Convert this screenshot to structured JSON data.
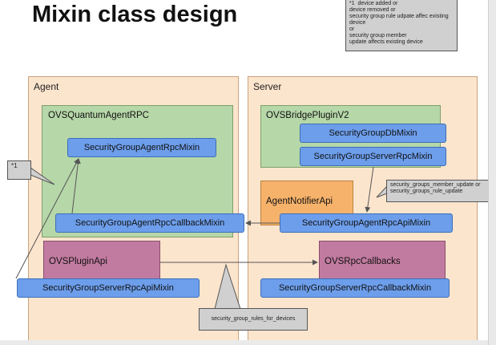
{
  "title": "Mixin class design",
  "notes": {
    "top": "*1  device added or\ndevice removed or\nsecurity group rule udpate affec existing\ndevice\nor\nsecurity group member\nupdate affects existing device",
    "star": "*1",
    "member_update": "security_groups_member_update or\nsecurity_groups_rule_update",
    "rules_for_devices": "security_group_rules_for_devices"
  },
  "agent": {
    "label": "Agent",
    "rpc_group": "OVSQuantumAgentRPC",
    "agent_rpc_mixin": "SecurityGroupAgentRpcMixin",
    "agent_rpc_callback_mixin": "SecurityGroupAgentRpcCallbackMixin",
    "plugin_api": "OVSPluginApi",
    "server_rpc_api_mixin": "SecurityGroupServerRpcApiMixin"
  },
  "server": {
    "label": "Server",
    "bridge_plugin": "OVSBridgePluginV2",
    "db_mixin": "SecurityGroupDbMixin",
    "server_rpc_mixin": "SecurityGroupServerRpcMixin",
    "agent_notifier": "AgentNotifierApi",
    "agent_rpc_api_mixin": "SecurityGroupAgentRpcApiMixin",
    "rpc_callbacks": "OVSRpcCallbacks",
    "server_rpc_callback_mixin": "SecurityGroupServerRpcCallbackMixin"
  }
}
